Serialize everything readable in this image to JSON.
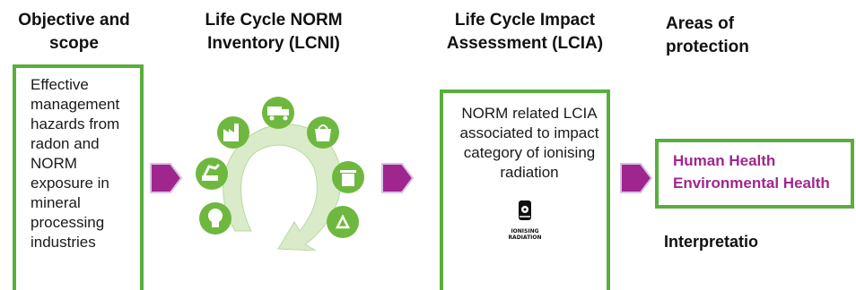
{
  "headers": {
    "col1": "Objective and scope",
    "col2": "Life Cycle NORM Inventory (LCNI)",
    "col3": "Life Cycle Impact Assessment (LCIA)",
    "col4": "Areas of protection"
  },
  "col1_box_text": "Effective management hazards from radon and NORM exposure in mineral processing industries",
  "col3_box_text": "NORM related LCIA associated to impact category of ionising radiation",
  "ionising_label": "IONISING RADIATION",
  "areas": {
    "line1": "Human Health",
    "line2": "Environmental Health"
  },
  "interpretation": "Interpretatio",
  "colors": {
    "box_border": "#5aae3c",
    "arrow": "#a0268f",
    "cycle_light": "#d9ebc9",
    "cycle_icon": "#6fb83f",
    "purple_text": "#a0268f"
  },
  "cycle_icons": [
    "excavator-icon",
    "factory-icon",
    "truck-icon",
    "shopping-bag-icon",
    "trash-can-icon",
    "recycle-icon",
    "head-lightbulb-icon"
  ]
}
